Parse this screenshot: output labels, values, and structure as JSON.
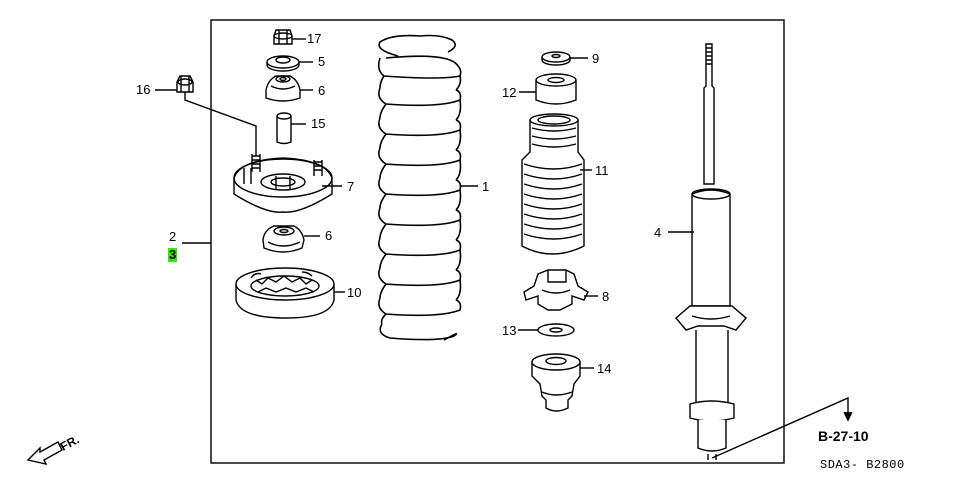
{
  "callouts": {
    "c1": "1",
    "c2": "2",
    "c3": "3",
    "c4": "4",
    "c5": "5",
    "c6a": "6",
    "c6b": "6",
    "c7": "7",
    "c8": "8",
    "c9": "9",
    "c10": "10",
    "c11": "11",
    "c12": "12",
    "c13": "13",
    "c14": "14",
    "c15": "15",
    "c16": "16",
    "c17": "17"
  },
  "highlight_color": "#39e600",
  "reference": "B-27-10",
  "diagram_code": "SDA3- B2800",
  "front_marker": "FR."
}
